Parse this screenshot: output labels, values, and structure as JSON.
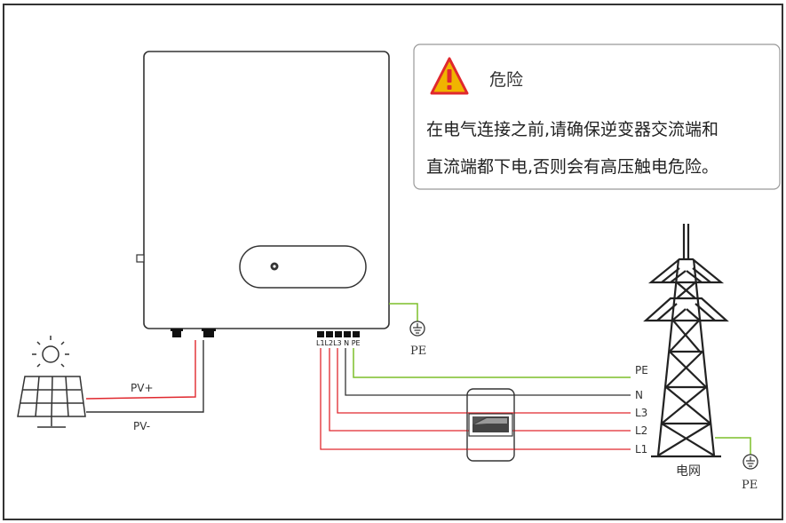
{
  "danger": {
    "title": "危险",
    "line1": "在电气连接之前,请确保逆变器交流端和",
    "line2": "直流端都下电,否则会有高压触电危险。",
    "icon": "warning-triangle-icon"
  },
  "labels": {
    "pv_plus": "PV+",
    "pv_minus": "PV-",
    "pe_inverter": "PE",
    "pe_grid": "PE",
    "grid": "电网",
    "terminals": "L1L2L3 N PE",
    "line_pe": "PE",
    "line_n": "N",
    "line_l3": "L3",
    "line_l2": "L2",
    "line_l1": "L1"
  },
  "colors": {
    "phase": "#e0282e",
    "neutral": "#333333",
    "ground": "#7dbf2a",
    "outline": "#333333",
    "warning": "#f0b400"
  }
}
